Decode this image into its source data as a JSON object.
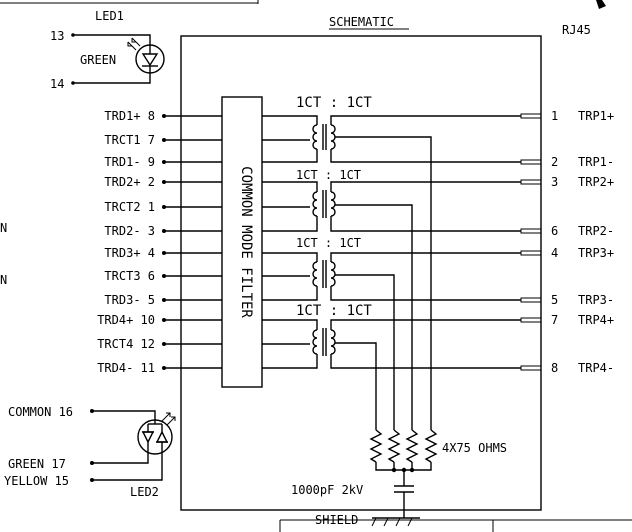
{
  "title": "SCHEMATIC",
  "connector": "RJ45",
  "filter_label": "COMMON MODE FILTER",
  "led1": {
    "name": "LED1",
    "color": "GREEN",
    "pins": [
      "13",
      "14"
    ]
  },
  "led2": {
    "name": "LED2",
    "common": "COMMON 16",
    "green": "GREEN 17",
    "yellow": "YELLOW 15"
  },
  "left_pins": [
    "TRD1+ 8",
    "TRCT1 7",
    "TRD1- 9",
    "TRD2+ 2",
    "TRCT2 1",
    "TRD2- 3",
    "TRD3+ 4",
    "TRCT3 6",
    "TRD3- 5",
    "TRD4+ 10",
    "TRCT4 12",
    "TRD4- 11"
  ],
  "ratio_labels": [
    "1CT : 1CT",
    "1CT : 1CT",
    "1CT : 1CT",
    "1CT : 1CT"
  ],
  "right_pins": [
    {
      "num": "1",
      "name": "TRP1+"
    },
    {
      "num": "2",
      "name": "TRP1-"
    },
    {
      "num": "3",
      "name": "TRP2+"
    },
    {
      "num": "6",
      "name": "TRP2-"
    },
    {
      "num": "4",
      "name": "TRP3+"
    },
    {
      "num": "5",
      "name": "TRP3-"
    },
    {
      "num": "7",
      "name": "TRP4+"
    },
    {
      "num": "8",
      "name": "TRP4-"
    }
  ],
  "resistors": "4X75 OHMS",
  "capacitor": "1000pF 2kV",
  "shield": "SHIELD",
  "left_edge_fragments": [
    "N",
    "N"
  ]
}
